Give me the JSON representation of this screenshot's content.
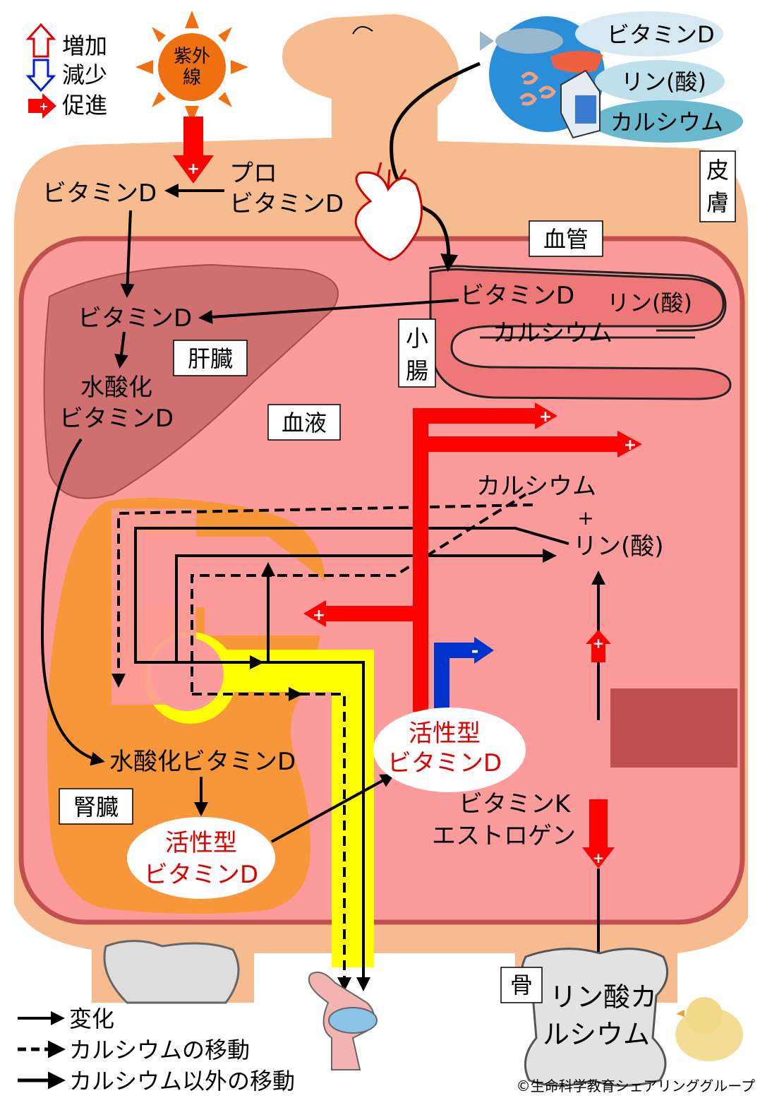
{
  "legend": {
    "increase": "増加",
    "decrease": "減少",
    "promote": "促進",
    "change": "変化",
    "calcium_move": "カルシウムの移動",
    "other_move": "カルシウム以外の移動"
  },
  "sun": {
    "line1": "紫外",
    "line2": "線"
  },
  "food": {
    "vitamin_d": "ビタミンD",
    "phosphorus": "リン(酸)",
    "calcium": "カルシウム"
  },
  "skin": {
    "box_label_1": "皮",
    "box_label_2": "膚",
    "vitamin_d": "ビタミンD",
    "pro_line1": "プロ",
    "pro_line2": "ビタミンD"
  },
  "vessel": {
    "box_label": "血管"
  },
  "blood": {
    "box_label": "血液"
  },
  "intestine": {
    "box_label_1": "小",
    "box_label_2": "腸",
    "vitamin_d": "ビタミンD",
    "phosphorus": "リン(酸)",
    "calcium": "カルシウム"
  },
  "liver": {
    "box_label": "肝臓",
    "vitamin_d": "ビタミンD",
    "hydroxy_line1": "水酸化",
    "hydroxy_line2": "ビタミンD"
  },
  "kidney": {
    "box_label": "腎臓",
    "hydroxy": "水酸化ビタミンD",
    "active_line1": "活性型",
    "active_line2": "ビタミンD"
  },
  "blood_center": {
    "active_line1": "活性型",
    "active_line2": "ビタミンD",
    "calcium": "カルシウム",
    "plus": "+",
    "phosphorus": "リン(酸)",
    "vitk_line1": "ビタミンK",
    "vitk_line2": "エストロゲン"
  },
  "bone": {
    "box_label": "骨",
    "line1": "リン酸カ",
    "line2": "ルシウム"
  },
  "credit": "©生命科学教育シェアリンググループ",
  "colors": {
    "skin": "#f6bc8f",
    "blood": "#fb9b9b",
    "blood_border": "#c0504d",
    "liver": "#cc6b6b",
    "kidney": "#f7973a",
    "urine": "#ffff00",
    "red": "#ff0000",
    "blue": "#0033cc",
    "sun": "#f07010"
  }
}
